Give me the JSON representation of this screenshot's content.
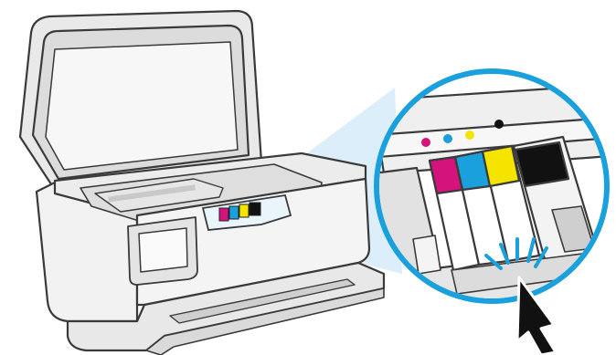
{
  "illustration": {
    "subject": "printer-cartridge-installation",
    "callout": "zoomed-cartridge-carriage",
    "cartridges": [
      {
        "name": "magenta",
        "color": "#d4147c"
      },
      {
        "name": "cyan",
        "color": "#1aa0dc"
      },
      {
        "name": "yellow",
        "color": "#f5e400"
      },
      {
        "name": "black",
        "color": "#111111"
      }
    ],
    "colors": {
      "outline": "#3a3a3a",
      "body": "#f2f2f2",
      "body_shadow": "#d6d6d6",
      "accent": "#1aa0dc",
      "beam": "#cfe8f6",
      "click_burst": "#1aa0dc",
      "pointer": "#111111"
    },
    "icons": [
      "printer",
      "magnifier-circle",
      "ink-cartridge",
      "press-click-burst",
      "pointer-arrow"
    ]
  }
}
